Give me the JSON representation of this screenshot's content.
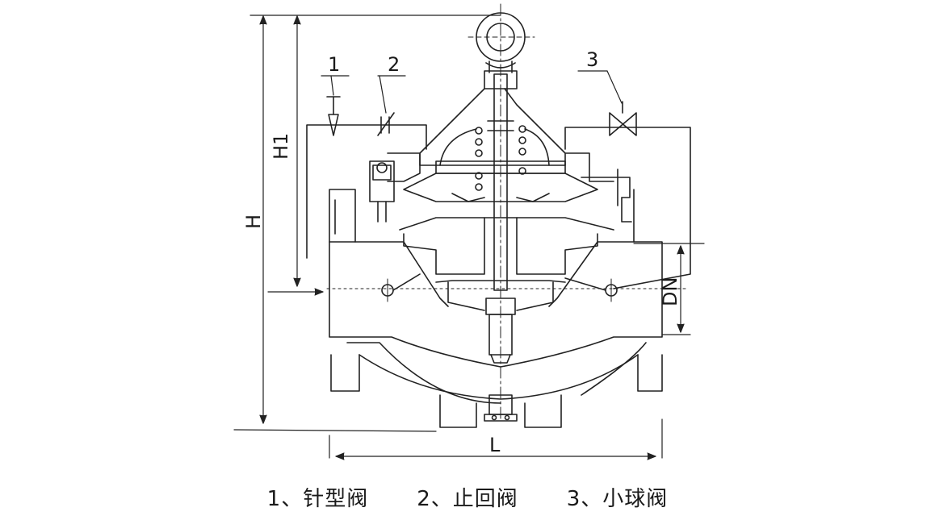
{
  "callouts": {
    "item1": "1",
    "item2": "2",
    "item3": "3"
  },
  "dimensions": {
    "h": "H",
    "h1": "H1",
    "dn": "DN",
    "l": "L"
  },
  "legend": {
    "items": [
      {
        "text": "1、针型阀"
      },
      {
        "text": "2、止回阀"
      },
      {
        "text": "3、小球阀"
      }
    ]
  }
}
